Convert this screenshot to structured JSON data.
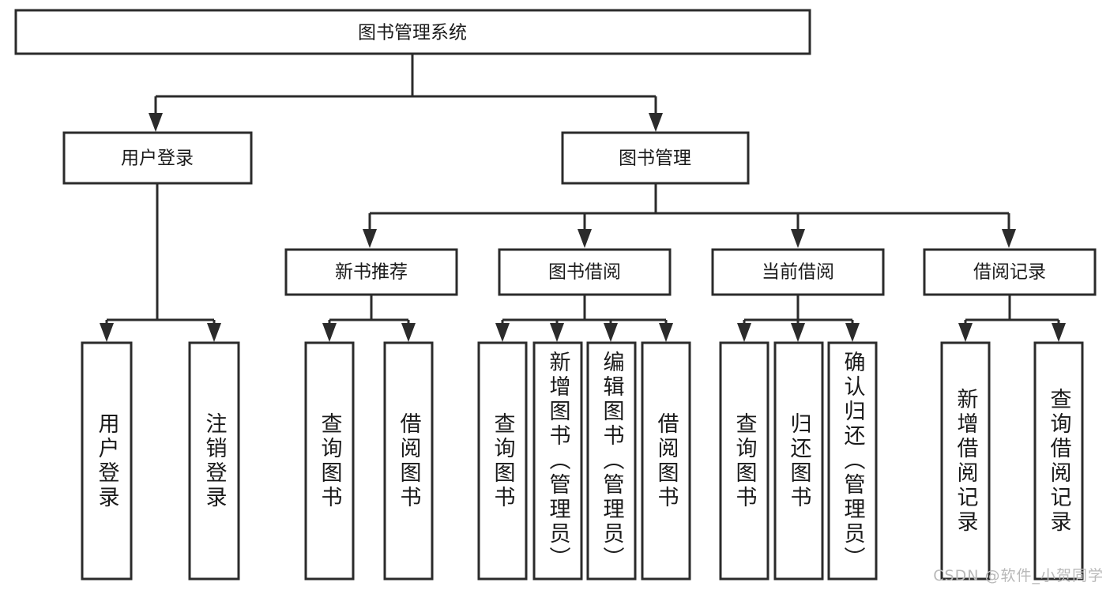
{
  "diagram": {
    "title": "图书管理系统",
    "type": "hierarchy-tree",
    "root": {
      "label": "图书管理系统"
    },
    "level2": [
      {
        "label": "用户登录"
      },
      {
        "label": "图书管理"
      }
    ],
    "level3": [
      {
        "label": "新书推荐"
      },
      {
        "label": "图书借阅"
      },
      {
        "label": "当前借阅"
      },
      {
        "label": "借阅记录"
      }
    ],
    "leaves": {
      "user_login": [
        {
          "label": "用户登录"
        },
        {
          "label": "注销登录"
        }
      ],
      "new_book_recommend": [
        {
          "label": "查询图书"
        },
        {
          "label": "借阅图书"
        }
      ],
      "book_borrow": [
        {
          "label": "查询图书"
        },
        {
          "label": "新增图书（管理员）"
        },
        {
          "label": "编辑图书（管理员）"
        },
        {
          "label": "借阅图书"
        }
      ],
      "current_borrow": [
        {
          "label": "查询图书"
        },
        {
          "label": "归还图书"
        },
        {
          "label": "确认归还（管理员）"
        }
      ],
      "borrow_record": [
        {
          "label": "新增借阅记录"
        },
        {
          "label": "查询借阅记录"
        }
      ]
    }
  },
  "watermark": {
    "text": "CSDN @软件_小贺同学"
  },
  "colors": {
    "stroke": "#2b2b2b",
    "box_fill": "#ffffff",
    "text": "#1a1a1a",
    "watermark": "#b9b9b9",
    "background": "#ffffff"
  }
}
